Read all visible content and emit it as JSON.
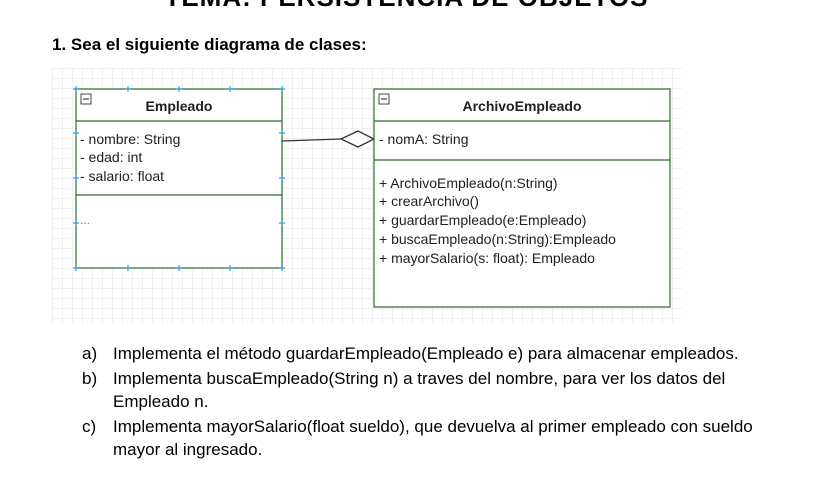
{
  "header": {
    "title": "TEMA: PERSISTENCIA DE OBJETOS"
  },
  "question": {
    "label": "1. Sea el siguiente diagrama de clases:"
  },
  "diagram": {
    "classes": [
      {
        "name": "Empleado",
        "attributes": [
          "- nombre: String",
          "- edad: int",
          "- salario: float"
        ],
        "methods": [
          "..."
        ]
      },
      {
        "name": "ArchivoEmpleado",
        "attributes": [
          "- nomA: String"
        ],
        "methods": [
          "+ ArchivoEmpleado(n:String)",
          "+ crearArchivo()",
          "+ guardarEmpleado(e:Empleado)",
          "+ buscaEmpleado(n:String):Empleado",
          "+ mayorSalario(s: float): Empleado"
        ]
      }
    ],
    "relation": "aggregation",
    "colors": {
      "border": "#2e6b2e",
      "handles": "#29a3d9",
      "grid": "#eef0f2"
    }
  },
  "items": [
    {
      "marker": "a)",
      "text": "Implementa el método guardarEmpleado(Empleado e) para almacenar empleados."
    },
    {
      "marker": "b)",
      "text": "Implementa buscaEmpleado(String n) a traves del nombre, para ver los datos del Empleado n."
    },
    {
      "marker": "c)",
      "text": "Implementa mayorSalario(float sueldo), que devuelva al primer empleado con sueldo mayor al ingresado."
    }
  ]
}
